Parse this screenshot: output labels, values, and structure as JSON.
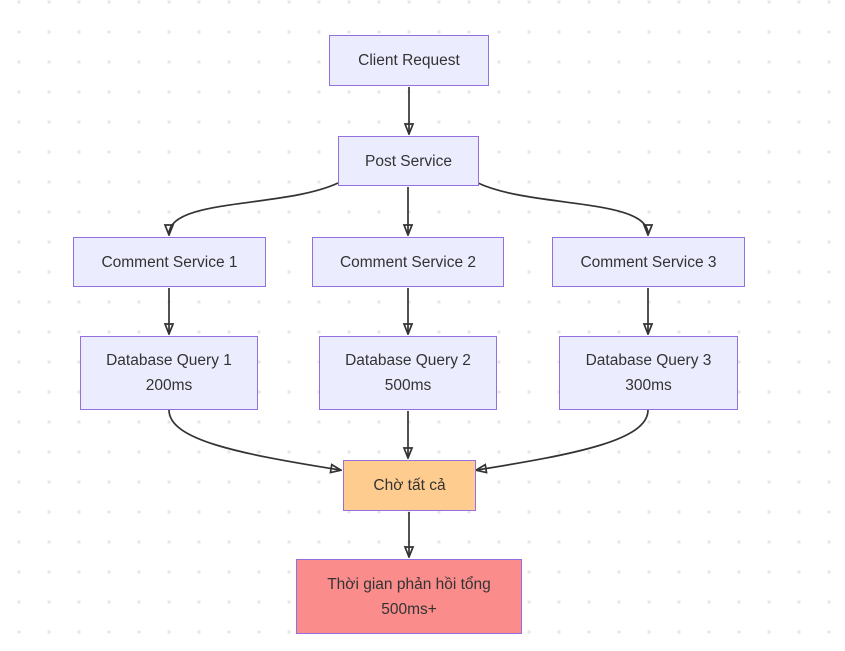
{
  "diagram": {
    "kind": "flowchart",
    "direction": "top-down",
    "nodes": {
      "client": {
        "label": "Client Request"
      },
      "post": {
        "label": "Post Service"
      },
      "comment1": {
        "label": "Comment Service 1"
      },
      "comment2": {
        "label": "Comment Service 2"
      },
      "comment3": {
        "label": "Comment Service 3"
      },
      "db1": {
        "label": "Database Query 1",
        "time": "200ms"
      },
      "db2": {
        "label": "Database Query 2",
        "time": "500ms"
      },
      "db3": {
        "label": "Database Query 3",
        "time": "300ms"
      },
      "wait": {
        "label": "Chờ tất cả"
      },
      "total": {
        "label": "Thời gian phản hồi tổng",
        "time": "500ms+"
      }
    },
    "edges": [
      {
        "from": "client",
        "to": "post"
      },
      {
        "from": "post",
        "to": "comment1"
      },
      {
        "from": "post",
        "to": "comment2"
      },
      {
        "from": "post",
        "to": "comment3"
      },
      {
        "from": "comment1",
        "to": "db1"
      },
      {
        "from": "comment2",
        "to": "db2"
      },
      {
        "from": "comment3",
        "to": "db3"
      },
      {
        "from": "db1",
        "to": "wait"
      },
      {
        "from": "db2",
        "to": "wait"
      },
      {
        "from": "db3",
        "to": "wait"
      },
      {
        "from": "wait",
        "to": "total"
      }
    ],
    "colors": {
      "node_fill": "#ECECFF",
      "node_border": "#9370DB",
      "wait_fill": "#ffcc8f",
      "total_fill": "#fa8c8c",
      "edge_color": "#333333",
      "text_color": "#333333",
      "background": "#ffffff",
      "dot_color": "#e7e7e7"
    }
  }
}
